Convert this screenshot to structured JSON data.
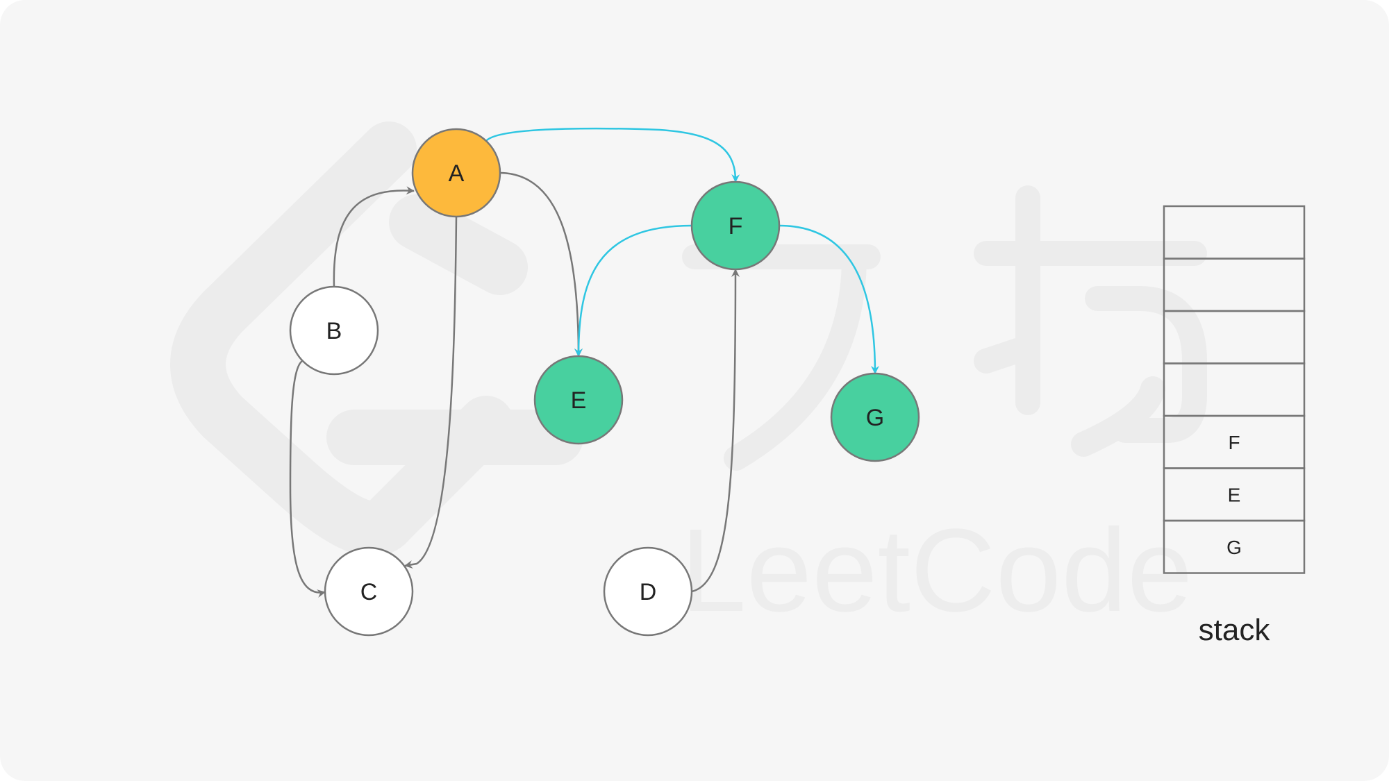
{
  "graph": {
    "nodes": [
      {
        "id": "A",
        "label": "A",
        "state": "current"
      },
      {
        "id": "B",
        "label": "B",
        "state": "unvisited"
      },
      {
        "id": "C",
        "label": "C",
        "state": "unvisited"
      },
      {
        "id": "D",
        "label": "D",
        "state": "unvisited"
      },
      {
        "id": "E",
        "label": "E",
        "state": "visited"
      },
      {
        "id": "F",
        "label": "F",
        "state": "visited"
      },
      {
        "id": "G",
        "label": "G",
        "state": "visited"
      }
    ],
    "edges": [
      {
        "from": "A",
        "to": "F",
        "traversed": true
      },
      {
        "from": "A",
        "to": "E",
        "traversed": false
      },
      {
        "from": "A",
        "to": "C",
        "traversed": false
      },
      {
        "from": "B",
        "to": "A",
        "traversed": false
      },
      {
        "from": "B",
        "to": "C",
        "traversed": false
      },
      {
        "from": "F",
        "to": "E",
        "traversed": true
      },
      {
        "from": "F",
        "to": "G",
        "traversed": true
      },
      {
        "from": "D",
        "to": "F",
        "traversed": false
      }
    ]
  },
  "stack": {
    "label": "stack",
    "capacity": 7,
    "items_top_to_bottom": [
      "F",
      "E",
      "G"
    ]
  },
  "colors": {
    "background": "#f6f6f6",
    "current_fill": "#fdb93c",
    "visited_fill": "#48d09f",
    "unvisited_fill": "#ffffff",
    "node_stroke": "#777777",
    "edge": "#777777",
    "traversed_edge": "#2ec6e2",
    "watermark": "#ececec"
  },
  "watermark": {
    "text": "LeetCode"
  }
}
